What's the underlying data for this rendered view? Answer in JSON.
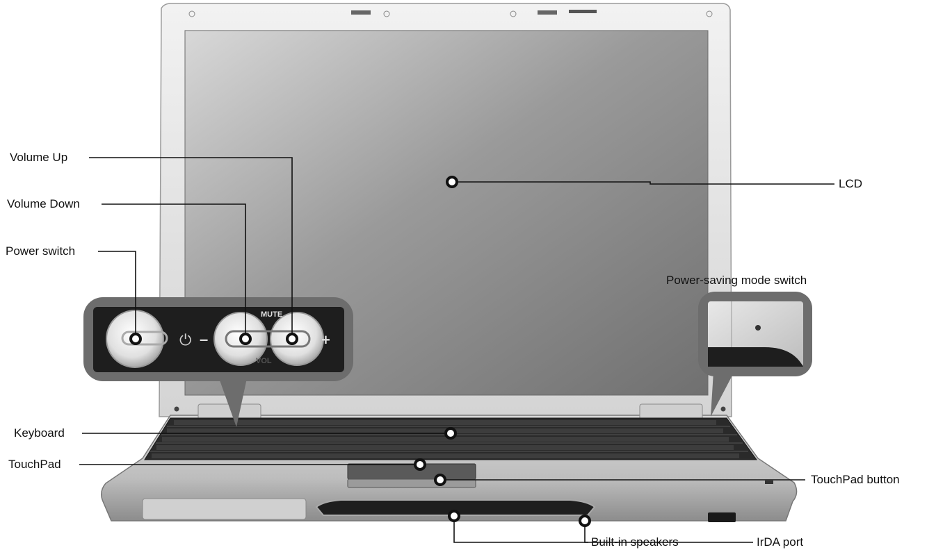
{
  "callouts": {
    "volume_up": "Volume Up",
    "volume_down": "Volume Down",
    "power_switch": "Power switch",
    "lcd": "LCD",
    "power_saving": "Power-saving mode switch",
    "keyboard": "Keyboard",
    "touchpad": "TouchPad",
    "touchpad_button": "TouchPad button",
    "speakers": "Built-in speakers",
    "irda": "IrDA port"
  },
  "inset_panel": {
    "mute": "MUTE",
    "vol": "VOL",
    "minus": "–",
    "plus": "+"
  }
}
